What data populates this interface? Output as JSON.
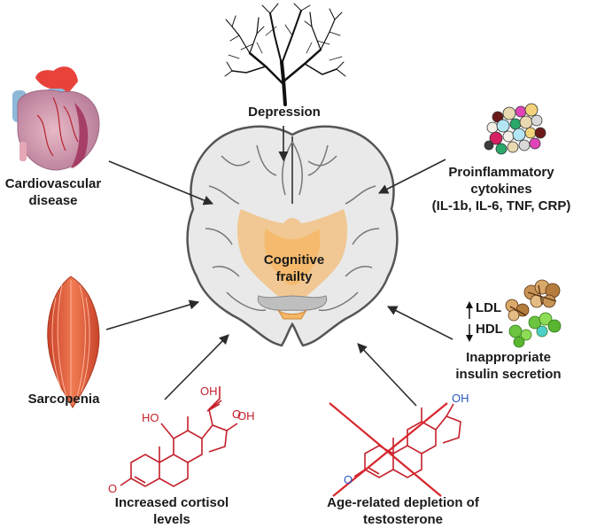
{
  "center": {
    "line1": "Cognitive",
    "line2": "frailty"
  },
  "factors": {
    "depression": {
      "line1": "Depression"
    },
    "cardiovascular": {
      "line1": "Cardiovascular",
      "line2": "disease"
    },
    "cytokines": {
      "line1": "Proinflammatory",
      "line2": "cytokines",
      "line3": "(IL-1b, IL-6, TNF, CRP)"
    },
    "sarcopenia": {
      "line1": "Sarcopenia"
    },
    "insulin": {
      "ldl": "LDL",
      "hdl": "HDL",
      "line1": "Inappropriate",
      "line2": "insulin secretion"
    },
    "cortisol": {
      "line1": "Increased cortisol",
      "line2": "levels",
      "oh1": "OH",
      "oh2": "OH",
      "ho": "HO",
      "o1": "O",
      "o2": "O"
    },
    "testosterone": {
      "line1": "Age-related depletion of",
      "line2": "testosterone",
      "oh": "OH",
      "o": "O"
    }
  },
  "colors": {
    "arrow": "#2b2b2b",
    "brain_fill": "#e9e9e9",
    "brain_stroke": "#555555",
    "amygdala": "#f6b766",
    "cortisol_red": "#c4202b",
    "testosterone_blue": "#2a57c6",
    "cross_red": "#d7262b",
    "muscle": "#e05a38"
  }
}
